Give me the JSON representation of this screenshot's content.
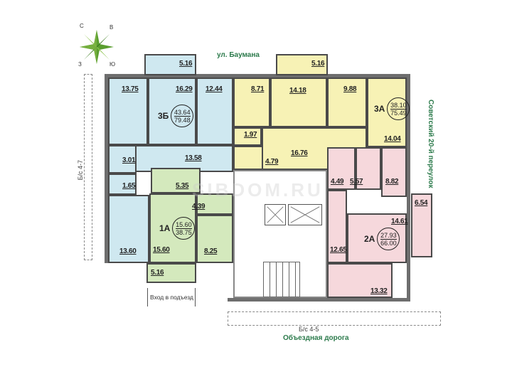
{
  "compass": {
    "labels": {
      "north": "С",
      "east": "В",
      "south": "Ю",
      "west": "З"
    },
    "icon": "compass-rose-icon"
  },
  "streets": {
    "top": "ул. Баумана",
    "right": "Советский 20-й переулок",
    "bottom": "Объездная дорога"
  },
  "dimensions": {
    "left": "Б/с 4-7",
    "bottom": "Б/с 4-5"
  },
  "entrance_label": "Вход в подъезд",
  "watermark": "SIBDOM.RU",
  "colors": {
    "blue": "#cfe8f0",
    "yellow": "#f7f2b5",
    "green": "#d4e9bd",
    "pink": "#f6d8dc",
    "street_text": "#2b7a4b"
  },
  "apartments": {
    "3B": {
      "code": "3Б",
      "living": "43.64",
      "total": "79.48",
      "rooms": {
        "r1": "13.75",
        "r2": "16.29",
        "r3": "12.44",
        "hall": "13.58",
        "bath": "3.01",
        "wc": "1.65",
        "r4": "13.60",
        "balcony": "5.16"
      }
    },
    "3A": {
      "code": "3А",
      "living": "38.10",
      "total": "75.49",
      "rooms": {
        "kitchen": "8.71",
        "r1": "14.18",
        "r2": "9.88",
        "r3": "14.04",
        "wc": "1.97",
        "bath": "4.79",
        "hall": "16.76",
        "balcony": "5.16"
      }
    },
    "1A": {
      "code": "1А",
      "living": "15.60",
      "total": "38.75",
      "rooms": {
        "bath": "5.35",
        "hall": "4.39",
        "room": "15.60",
        "kitchen": "8.25",
        "balcony": "5.16"
      }
    },
    "2A": {
      "code": "2А",
      "living": "27.93",
      "total": "66.00",
      "rooms": {
        "hall": "4.49",
        "bath": "5.57",
        "kitchen": "8.82",
        "balcony": "6.54",
        "r1": "14.61",
        "corridor": "12.65",
        "r2": "13.32"
      }
    }
  }
}
